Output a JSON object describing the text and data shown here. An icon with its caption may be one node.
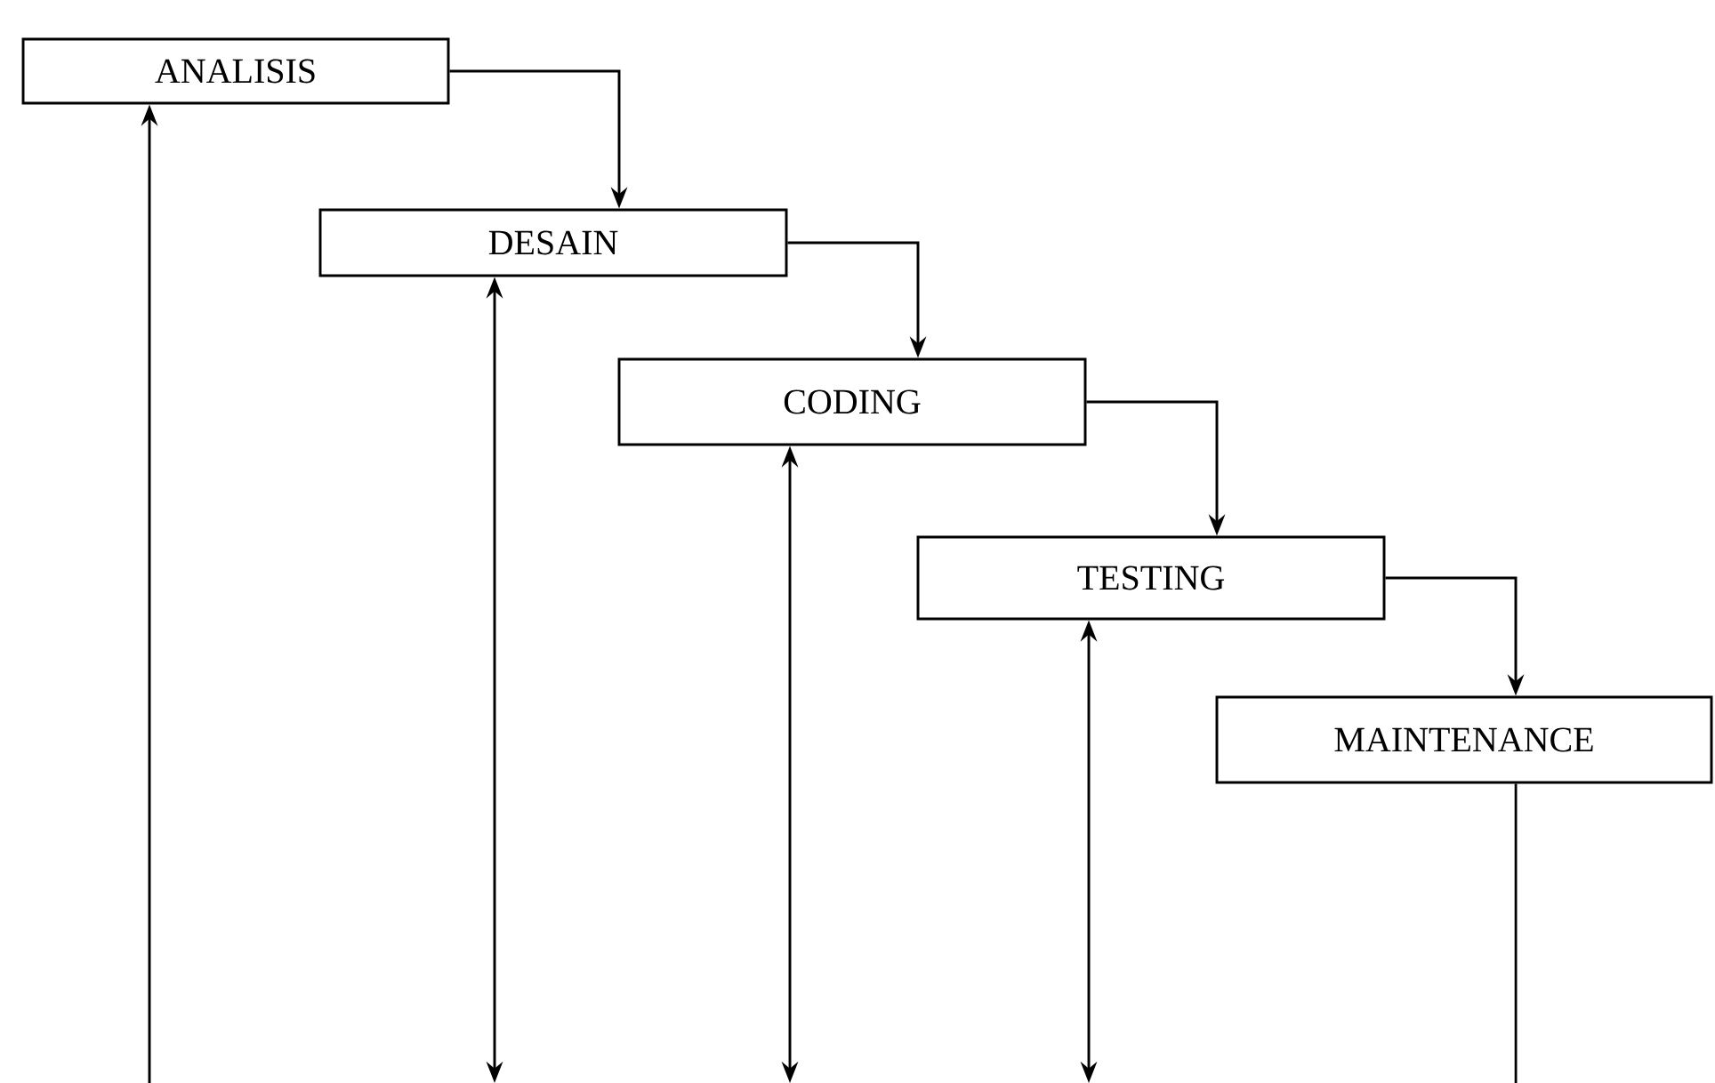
{
  "diagram": {
    "nodes": [
      {
        "text": [
          "ANALISIS"
        ]
      },
      {
        "text": [
          "DESAIN"
        ]
      },
      {
        "text": [
          "CODING"
        ]
      },
      {
        "text": [
          "TESTING"
        ]
      },
      {
        "text": [
          "MAINTENANCE"
        ]
      }
    ],
    "edges": [
      {
        "from": 0,
        "to": 1,
        "arrow": "to"
      },
      {
        "from": 1,
        "to": 2,
        "arrow": "to"
      },
      {
        "from": 2,
        "to": 3,
        "arrow": "to"
      },
      {
        "from": 3,
        "to": 4,
        "arrow": "to"
      },
      {
        "from": null,
        "to": 0,
        "arrow": "to"
      },
      {
        "from": 1,
        "to": null,
        "arrow": "both"
      },
      {
        "from": 2,
        "to": null,
        "arrow": "both"
      },
      {
        "from": 3,
        "to": null,
        "arrow": "both"
      },
      {
        "from": 4,
        "to": null,
        "arrow": "none"
      }
    ]
  }
}
